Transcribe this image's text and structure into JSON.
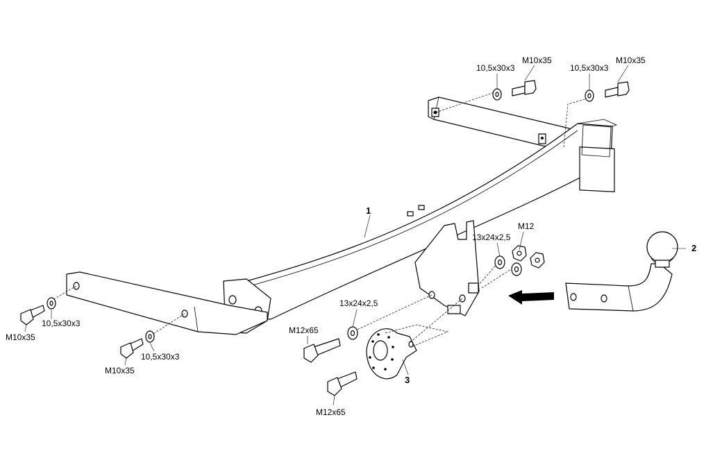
{
  "labels": {
    "part_1": "1",
    "part_2": "2",
    "part_3": "3",
    "washer_top_left": "10,5x30x3",
    "bolt_top_left": "M10x35",
    "washer_top_right": "10,5x30x3",
    "bolt_top_right": "M10x35",
    "washer_lower_1": "10,5x30x3",
    "bolt_lower_1": "M10x35",
    "washer_lower_2": "10,5x30x3",
    "bolt_lower_2": "M10x35",
    "washer_13_right": "13x24x2,5",
    "nut_m12": "M12",
    "washer_13_left": "13x24x2,5",
    "bolt_m12_upper": "M12x65",
    "bolt_m12_lower": "M12x65"
  }
}
